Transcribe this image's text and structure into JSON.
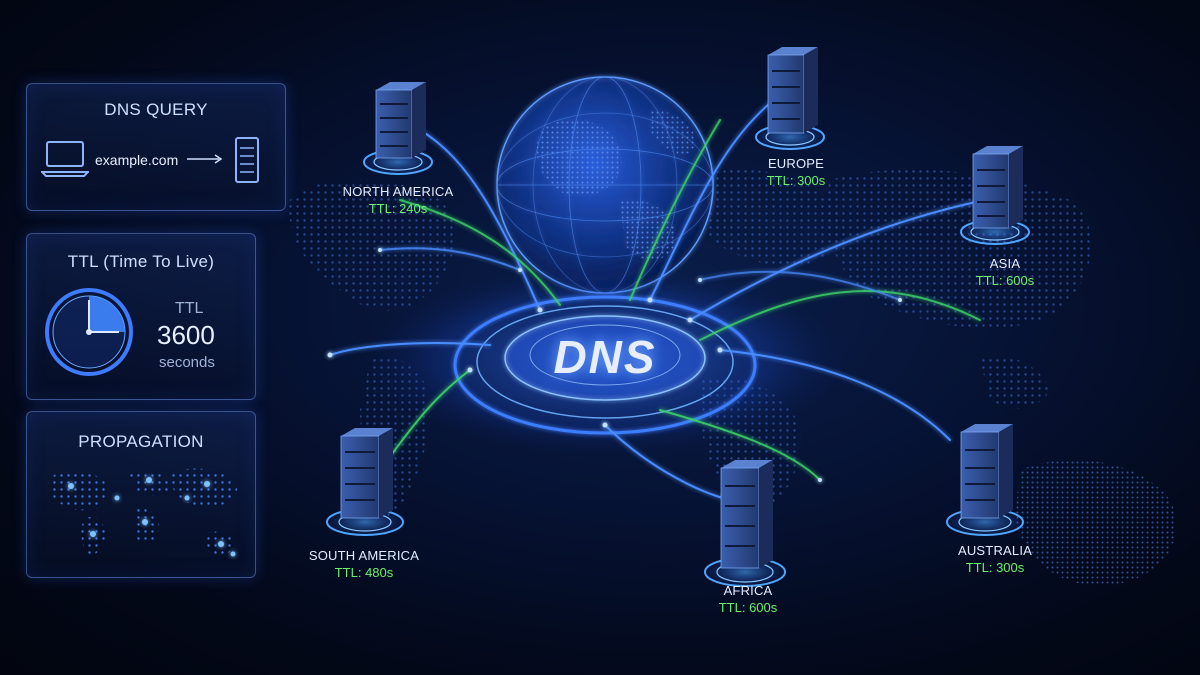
{
  "dns_query": {
    "title": "DNS QUERY",
    "domain": "example.com"
  },
  "ttl_panel": {
    "title": "TTL (Time To Live)",
    "label": "TTL",
    "value": "3600",
    "unit": "seconds"
  },
  "propagation": {
    "title": "PROPAGATION"
  },
  "center": {
    "label": "DNS"
  },
  "regions": [
    {
      "name": "NORTH AMERICA",
      "ttl": "TTL: 240s"
    },
    {
      "name": "EUROPE",
      "ttl": "TTL: 300s"
    },
    {
      "name": "ASIA",
      "ttl": "TTL: 600s"
    },
    {
      "name": "SOUTH AMERICA",
      "ttl": "TTL: 480s"
    },
    {
      "name": "AFRICA",
      "ttl": "TTL: 600s"
    },
    {
      "name": "AUSTRALIA",
      "ttl": "TTL: 300s"
    }
  ],
  "colors": {
    "accent": "#3d7bff",
    "glow": "#4aa3ff",
    "ttl_green": "#6cf06a"
  }
}
